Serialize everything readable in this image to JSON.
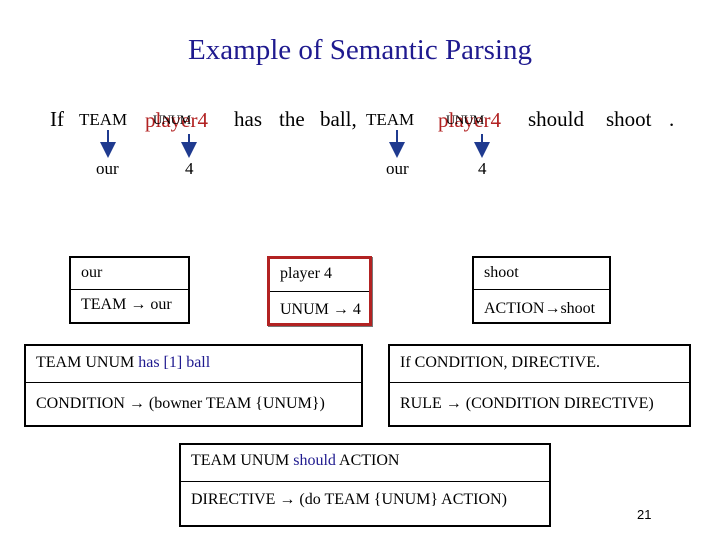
{
  "title": "Example of Semantic Parsing",
  "sentence": {
    "if": "If",
    "team1": "TEAM",
    "player1": "player4",
    "unum1": "UNUM",
    "has": "has",
    "the": "the",
    "ball": "ball,",
    "team2": "TEAM",
    "player2": "player4",
    "unum2": "UNUM",
    "should": "should",
    "shoot": "shoot",
    "period": "."
  },
  "leaves": {
    "our1": "our",
    "four1": "4",
    "our2": "our",
    "four2": "4"
  },
  "rules": {
    "team_top": "our",
    "team_bottom": "TEAM → our",
    "unum_top": "player 4",
    "unum_bottom": "UNUM → 4",
    "action_top": "shoot",
    "action_bottom": "ACTION→shoot",
    "condition_top_a": "TEAM UNUM ",
    "condition_top_b": "has [1] ball",
    "condition_bottom": "CONDITION → (bowner TEAM {UNUM})",
    "rule_top": "If CONDITION, DIRECTIVE.",
    "rule_bottom": "RULE → (CONDITION DIRECTIVE)",
    "directive_top_a": "TEAM UNUM ",
    "directive_top_b": "should ",
    "directive_top_c": "ACTION",
    "directive_bottom": "DIRECTIVE → (do TEAM {UNUM} ACTION)"
  },
  "page_number": "21",
  "colors": {
    "title": "#1f1a8f",
    "accent_red": "#b22222",
    "arrow_blue": "#1f3a8f"
  }
}
